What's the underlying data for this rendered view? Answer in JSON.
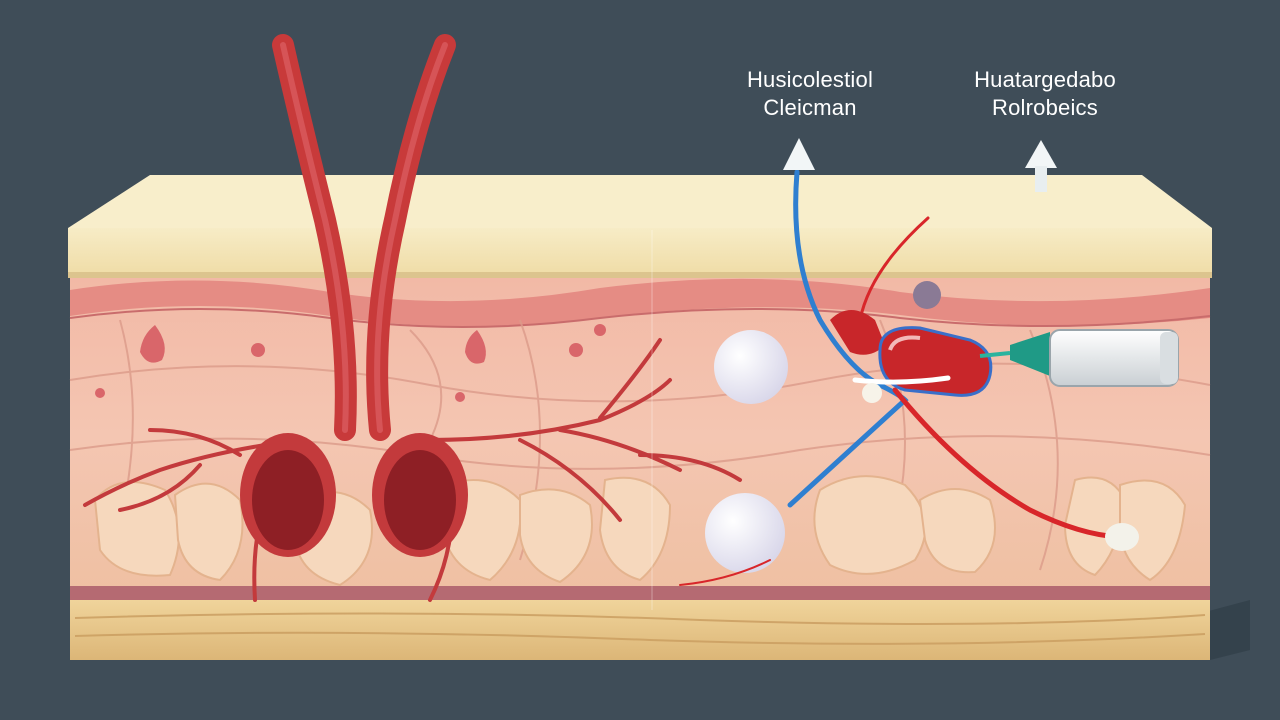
{
  "labels": {
    "left": {
      "line1": "Husicolestiol",
      "line2": "Cleicman"
    },
    "right": {
      "line1": "Huatargedabo",
      "line2": "Rolrobeics"
    }
  },
  "colors": {
    "background": "#3f4d58",
    "epidermis": "#f3e4b5",
    "dermis": "#f0b7a4",
    "artery": "#c8393a",
    "blue_line": "#3a8fd8",
    "red_line": "#d8252a",
    "subcutis": "#e9c98d"
  },
  "icons": [
    "arrow-up-icon",
    "syringe-icon"
  ]
}
